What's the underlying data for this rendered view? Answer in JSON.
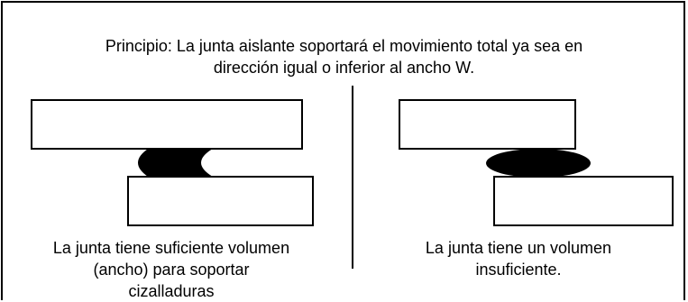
{
  "principle": {
    "line1": "Principio: La junta aislante soportará el movimiento total ya sea en",
    "line2": "dirección igual o inferior al ancho W."
  },
  "left_panel": {
    "caption_line1": "La junta tiene suficiente volumen",
    "caption_line2": "(ancho) para soportar",
    "caption_line3": "cizalladuras"
  },
  "right_panel": {
    "caption_line1": "La junta tiene un volumen",
    "caption_line2": "insuficiente."
  },
  "colors": {
    "line": "#000000",
    "fill_block": "#ffffff",
    "fill_sealant": "#000000"
  }
}
